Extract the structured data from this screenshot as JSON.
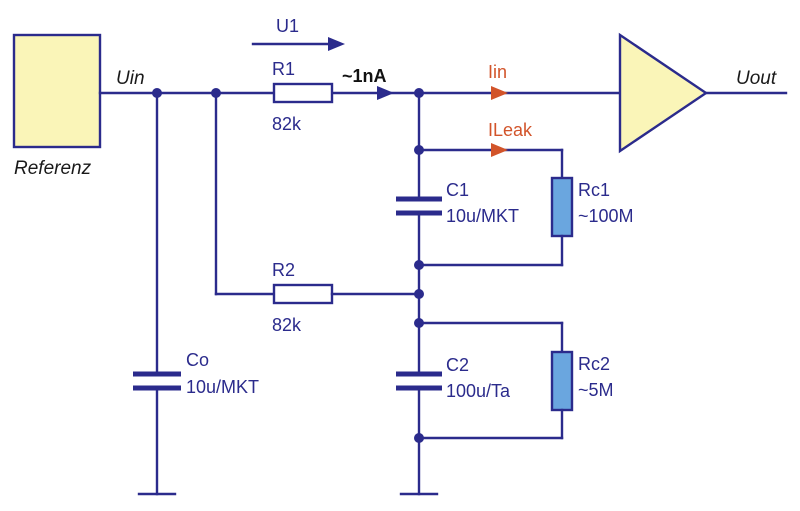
{
  "colors": {
    "wire": "#2b2b8c",
    "reference_fill": "#faf5b8",
    "amp_fill": "#faf5b8",
    "resistor_blue_fill": "#6aa6df",
    "current_arrow": "#d2542a"
  },
  "labels": {
    "reference": "Referenz",
    "uin": "Uin",
    "uout": "Uout",
    "u1": "U1",
    "current_1na": "~1nA",
    "iin": "Iin",
    "ileak": "ILeak"
  },
  "components": {
    "r1": {
      "name": "R1",
      "value": "82k"
    },
    "r2": {
      "name": "R2",
      "value": "82k"
    },
    "c1": {
      "name": "C1",
      "value": "10u/MKT"
    },
    "c2": {
      "name": "C2",
      "value": "100u/Ta"
    },
    "co": {
      "name": "Co",
      "value": "10u/MKT"
    },
    "rc1": {
      "name": "Rc1",
      "value": "~100M"
    },
    "rc2": {
      "name": "Rc2",
      "value": "~5M"
    }
  }
}
